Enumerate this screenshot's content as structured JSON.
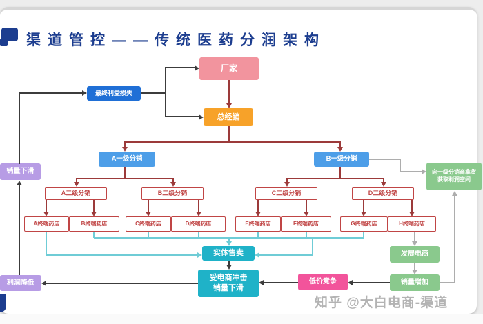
{
  "page": {
    "title": "渠道管控——传统医药分润架构",
    "watermark": "知乎 @大白电商-渠道"
  },
  "nodes": {
    "factory": "厂家",
    "final_loss": "最终利益损失",
    "general_distributor": "总经销",
    "tier1_a": "A一级分销",
    "tier1_b": "B一级分销",
    "tier2_a": "A二级分销",
    "tier2_b": "B二级分销",
    "tier2_c": "C二级分销",
    "tier2_d": "D二级分销",
    "pharmacies": [
      "A终端药店",
      "B终端药店",
      "C终端药店",
      "D终端药店",
      "E终端药店",
      "F终端药店",
      "G终端药店",
      "H终端药店"
    ],
    "physical_sales": "实体售卖",
    "ecommerce_hit_line1": "受电商冲击",
    "ecommerce_hit_line2": "销量下滑",
    "low_price": "低价竞争",
    "sales_increase": "销量增加",
    "develop_ecommerce": "发展电商",
    "buy_tier1_line1": "向一级分销商拿货",
    "buy_tier1_line2": "获取利润空间",
    "sales_decline": "销量下滑",
    "profit_decrease": "利润降低"
  },
  "colors": {
    "title_navy": "#1c3d8f",
    "factory_pink": "#f2949e",
    "loss_blue": "#1f6fd6",
    "distributor_orange": "#f7a229",
    "tier1_blue": "#4d9ee8",
    "outline_red": "#c04545",
    "teal": "#1fb2c8",
    "hot_pink": "#f2549b",
    "green": "#8ac98d",
    "purple": "#b79ce5",
    "tree_line": "#9c3a3a",
    "teal_line": "#6fccd6",
    "gray_line": "#adadad",
    "black_line": "#3c3c3c"
  }
}
